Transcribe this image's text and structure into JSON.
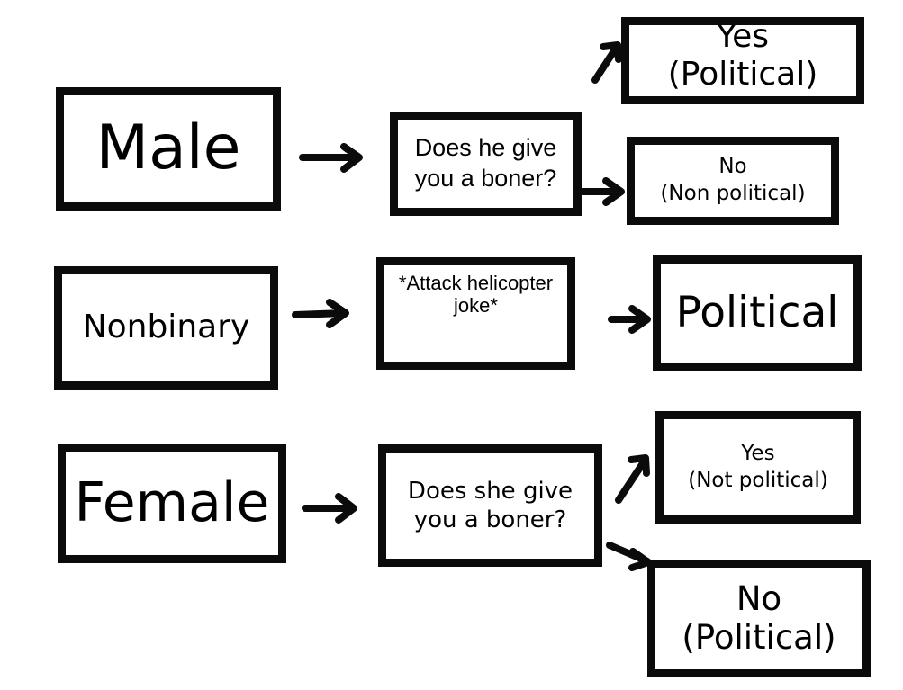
{
  "boxes": {
    "male": "Male",
    "nonbinary": "Nonbinary",
    "female": "Female",
    "male_question": "Does he give\nyou a boner?",
    "nonbinary_joke": "*Attack helicopter\njoke*",
    "female_question": "Does she give\nyou a boner?",
    "male_yes": "Yes\n(Political)",
    "male_no": "No\n(Non political)",
    "nonbinary_result": "Political",
    "female_yes": "Yes\n(Not political)",
    "female_no": "No\n(Political)"
  },
  "colors": {
    "border": "#0b0b0b",
    "background": "#ffffff",
    "text": "#000000"
  }
}
